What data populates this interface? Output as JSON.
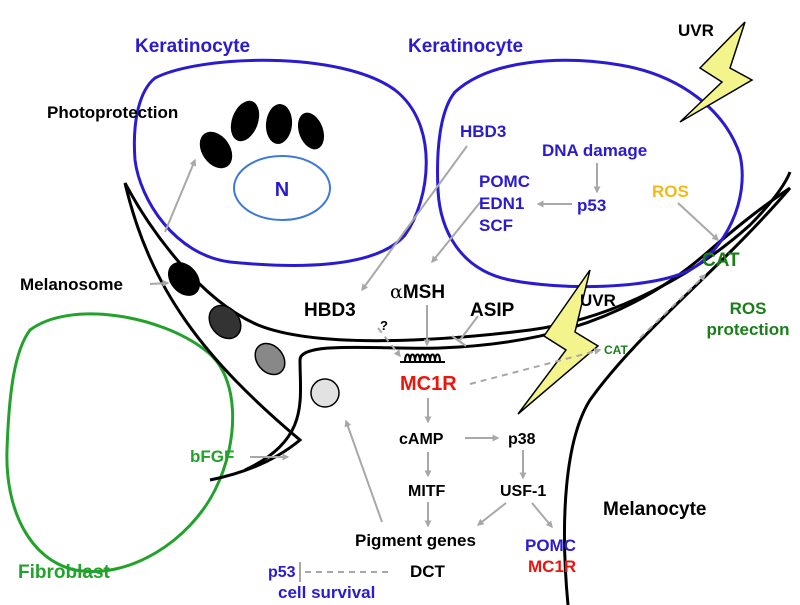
{
  "colors": {
    "keratinocyte": "#2a1bd1",
    "fibroblast": "#22a22b",
    "melanocyte": "#000000",
    "mc1r": "#e8160c",
    "ros": "#f5b915",
    "catalase": "#1a7f1a",
    "arrow": "#a8a8a8",
    "lightning_fill": "#f4f48c",
    "nucleus": "#3c79d9"
  },
  "cells": {
    "keratinocyte_left": "Keratinocyte",
    "keratinocyte_right": "Keratinocyte",
    "fibroblast": "Fibroblast",
    "melanocyte": "Melanocyte",
    "nucleus": "N"
  },
  "labels": {
    "photoprotection": "Photoprotection",
    "melanosome": "Melanosome",
    "uvr_top": "UVR",
    "uvr_mid": "UVR",
    "hbd3_ker": "HBD3",
    "dna_damage": "DNA damage",
    "pomc_ker": "POMC",
    "edn1": "EDN1",
    "scf": "SCF",
    "p53_ker": "p53",
    "ros": "ROS",
    "cat_big": "CAT",
    "ros_protection_1": "ROS",
    "ros_protection_2": "protection",
    "cat_small": "CAT",
    "hbd3": "HBD3",
    "question": "?",
    "amsh_alpha": "α",
    "amsh": "MSH",
    "asip": "ASIP",
    "mc1r": "MC1R",
    "camp": "cAMP",
    "p38": "p38",
    "mitf": "MITF",
    "usf1": "USF-1",
    "bfgf": "bFGF",
    "pigment_genes": "Pigment genes",
    "pomc_out": "POMC",
    "mc1r_out": "MC1R",
    "p53_out": "p53",
    "dct": "DCT",
    "cell_survival": "cell survival"
  },
  "icons": {
    "lightning": "lightning-bolt-icon",
    "receptor": "seven-transmembrane-receptor-icon"
  }
}
